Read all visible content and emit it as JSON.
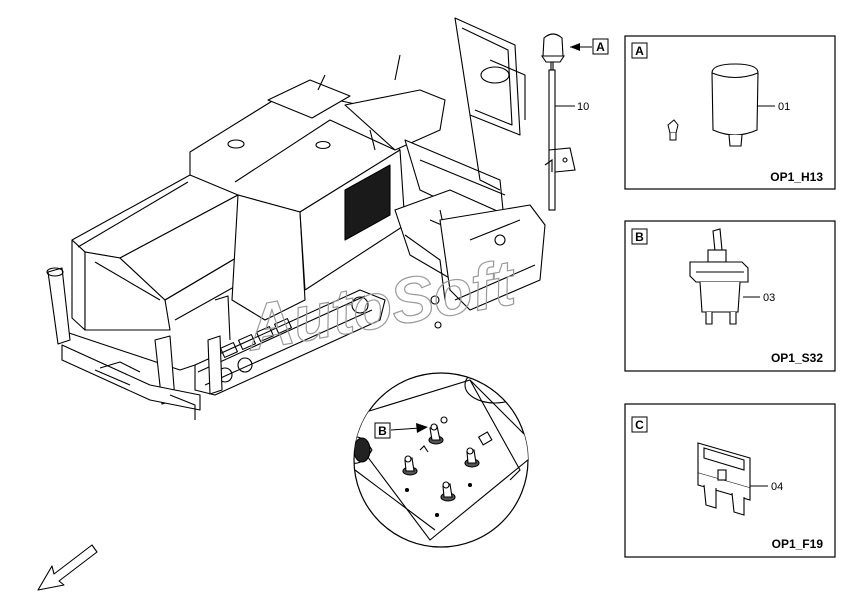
{
  "watermark": "AutoSoft",
  "beacon_callout": {
    "letter": "A",
    "part_number": "10"
  },
  "switch_detail_callout": {
    "letter": "B"
  },
  "panels": [
    {
      "letter": "A",
      "part_number": "01",
      "code": "OP1_H13"
    },
    {
      "letter": "B",
      "part_number": "03",
      "code": "OP1_S32"
    },
    {
      "letter": "C",
      "part_number": "04",
      "code": "OP1_F19"
    }
  ],
  "colors": {
    "line": "#000000",
    "watermark": "#9a9a9a",
    "background": "#ffffff"
  }
}
